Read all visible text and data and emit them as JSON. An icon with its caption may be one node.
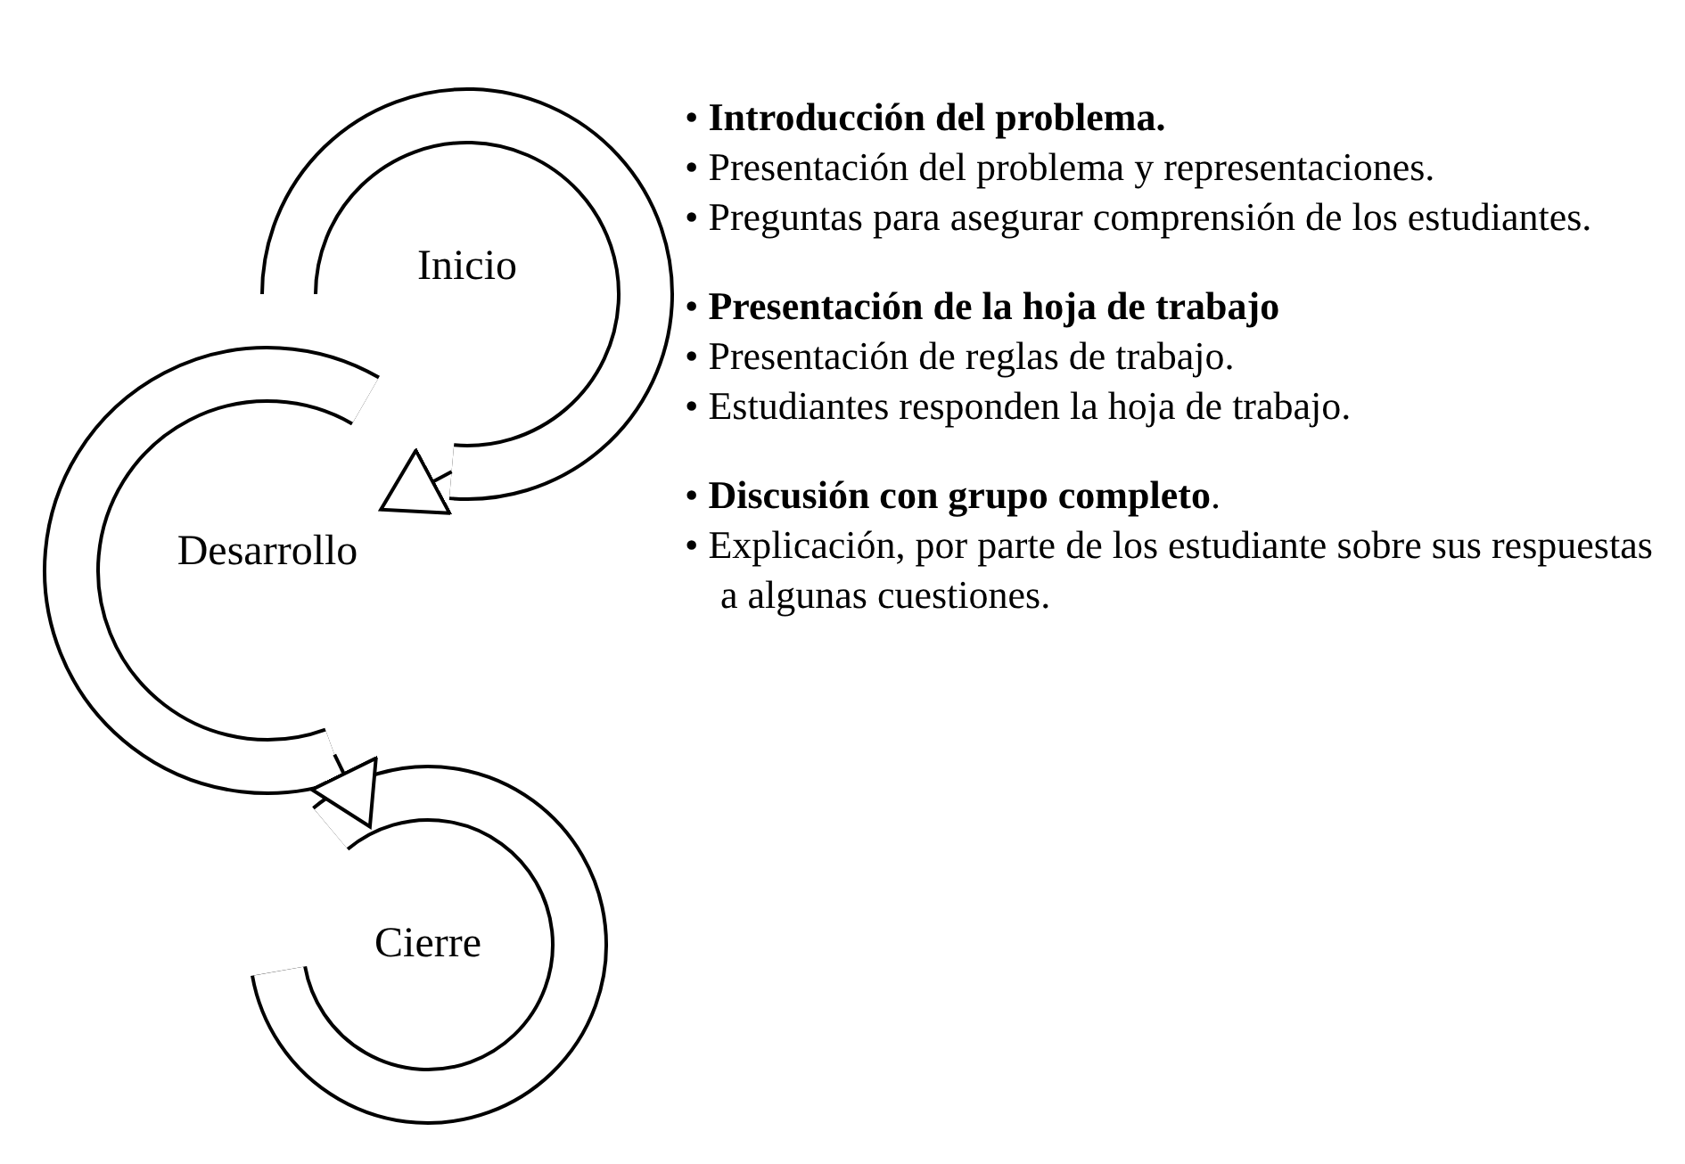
{
  "diagram": {
    "nodes": [
      {
        "text": [
          "Inicio"
        ]
      },
      {
        "text": [
          "Desarrollo"
        ]
      },
      {
        "text": [
          "Cierre"
        ]
      }
    ],
    "edges": [
      {
        "from": 0,
        "to": 1,
        "arrow": "to"
      },
      {
        "from": 1,
        "to": 2,
        "arrow": "to"
      }
    ],
    "labels": [
      "• **Introducción del problema.**",
      "• Presentación del problema y representaciones.",
      "• Preguntas para asegurar comprensión de los estudiantes.",
      "• **Presentación de la hoja de trabajo**",
      "• Presentación de reglas de trabajo.",
      "• Estudiantes responden la hoja de trabajo.",
      "• **Discusión con grupo completo**.",
      "• Explicación, por parte de los estudiante sobre sus respuestas a algunas cuestiones."
    ]
  }
}
